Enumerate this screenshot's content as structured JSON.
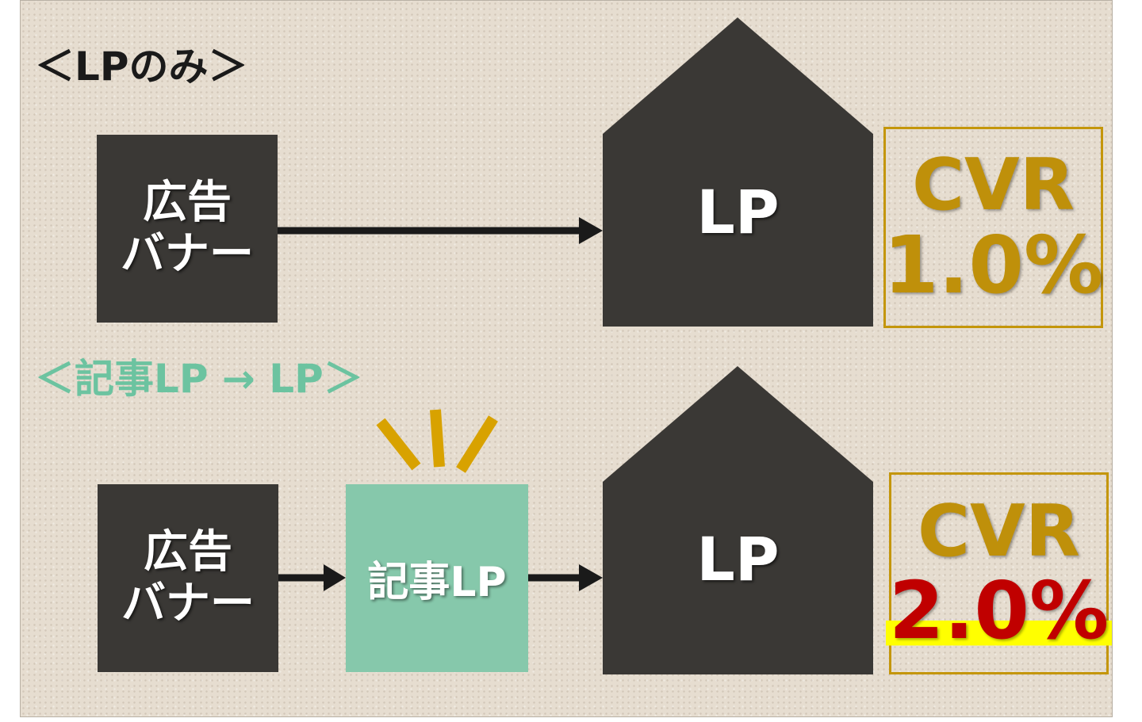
{
  "section1": {
    "heading": "＜LPのみ＞",
    "banner": {
      "line1": "広告",
      "line2": "バナー"
    },
    "house_label": "LP",
    "cvr": {
      "label": "CVR",
      "value": "1.0%"
    }
  },
  "section2": {
    "heading": "＜記事LP → LP＞",
    "banner": {
      "line1": "広告",
      "line2": "バナー"
    },
    "article_label": "記事LP",
    "house_label": "LP",
    "cvr": {
      "label": "CVR",
      "value": "2.0%"
    }
  },
  "colors": {
    "dark_box": "#3a3835",
    "article_green": "#86c8ab",
    "heading_green": "#6cc3a0",
    "cvr_gold": "#bf900a",
    "cvr_red": "#c00000",
    "highlight_yellow": "#ffff00",
    "burst_gold": "#d8a200"
  }
}
